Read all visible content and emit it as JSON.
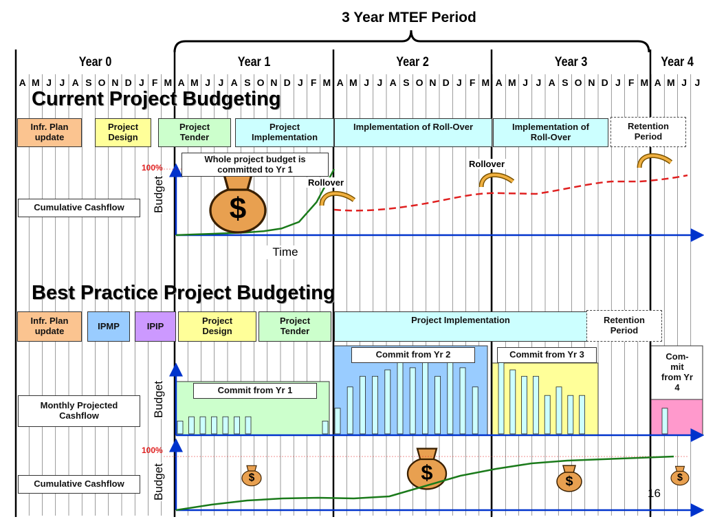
{
  "header": {
    "mtef_title": "3 Year MTEF Period",
    "years": [
      "Year 0",
      "Year 1",
      "Year 2",
      "Year 3",
      "Year 4"
    ],
    "months": [
      "A",
      "M",
      "J",
      "J",
      "A",
      "S",
      "O",
      "N",
      "D",
      "J",
      "F",
      "M",
      "A",
      "M",
      "J",
      "J",
      "A",
      "S",
      "O",
      "N",
      "D",
      "J",
      "F",
      "M",
      "A",
      "M",
      "J",
      "J",
      "A",
      "S",
      "O",
      "N",
      "D",
      "J",
      "F",
      "M",
      "A",
      "M",
      "J",
      "J",
      "A",
      "S",
      "O",
      "N",
      "D",
      "J",
      "F",
      "M",
      "A",
      "M",
      "J",
      "J"
    ]
  },
  "current": {
    "title": "Current Project Budgeting",
    "phases": [
      {
        "label": "Infr. Plan\nupdate",
        "style": "orange"
      },
      {
        "label": "Project\nDesign",
        "style": "yellowb"
      },
      {
        "label": "Project\nTender",
        "style": "greenb"
      },
      {
        "label": "Project\nImplementation",
        "style": "cyanb"
      },
      {
        "label": "Implementation of Roll-Over",
        "style": "cyanb"
      },
      {
        "label": "Implementation of\nRoll-Over",
        "style": "cyanb"
      },
      {
        "label": "Retention\nPeriod",
        "style": "dashed"
      }
    ],
    "cashflow_label": "Cumulative Cashflow",
    "note": "Whole project budget is\ncommitted to Yr 1",
    "rollover_labels": [
      "Rollover",
      "Rollover"
    ],
    "percent_label": "100%",
    "budget_axis": "Budget",
    "time_axis": "Time",
    "money_symbol": "$"
  },
  "best": {
    "title": "Best Practice Project Budgeting",
    "phases": [
      {
        "label": "Infr. Plan\nupdate",
        "style": "orange"
      },
      {
        "label": "IPMP",
        "style": "blueb"
      },
      {
        "label": "IPIP",
        "style": "purpleb"
      },
      {
        "label": "Project\nDesign",
        "style": "yellowb"
      },
      {
        "label": "Project\nTender",
        "style": "greenb"
      },
      {
        "label": "Project Implementation",
        "style": "cyanb"
      },
      {
        "label": "Retention\nPeriod",
        "style": "dashed"
      }
    ],
    "monthly_label": "Monthly Projected\nCashflow",
    "cashflow_label": "Cumulative Cashflow",
    "commit_labels": [
      "Commit from Yr 1",
      "Commit from Yr 2",
      "Commit from Yr 3",
      "Com-\nmit\nfrom Yr\n4"
    ],
    "percent_label": "100%",
    "budget_axis": "Budget",
    "money_symbol": "$"
  },
  "page_number": "16",
  "colors": {
    "orange": "#fbc490",
    "yellow": "#ffff99",
    "green": "#ccffcc",
    "cyan": "#ccffff",
    "blue": "#99ccff",
    "purple": "#cc99ff",
    "pink": "#ff99cc",
    "axis_blue": "#0033cc",
    "curve_green": "#1a7a1a",
    "curve_red": "#e02020",
    "percent_red": "#e02020"
  },
  "chart_data": {
    "type": "bar",
    "monthly_bars_yr1": [
      6,
      8,
      8,
      8,
      8,
      8,
      8,
      6
    ],
    "monthly_bars_yr2": [
      12,
      22,
      27,
      27,
      30,
      34,
      31,
      34,
      27,
      34,
      31,
      22
    ],
    "monthly_bars_yr3": [
      34,
      30,
      27,
      27,
      18,
      22,
      18,
      18
    ],
    "monthly_bars_yr4": [
      12
    ],
    "current_green_curve": [
      0,
      0.5,
      1,
      1.5,
      2,
      3,
      5,
      10,
      25,
      50
    ],
    "best_green_curve": [
      0,
      8,
      14,
      17,
      18,
      17,
      20,
      35,
      50,
      60,
      68,
      72,
      74,
      76,
      78
    ]
  }
}
